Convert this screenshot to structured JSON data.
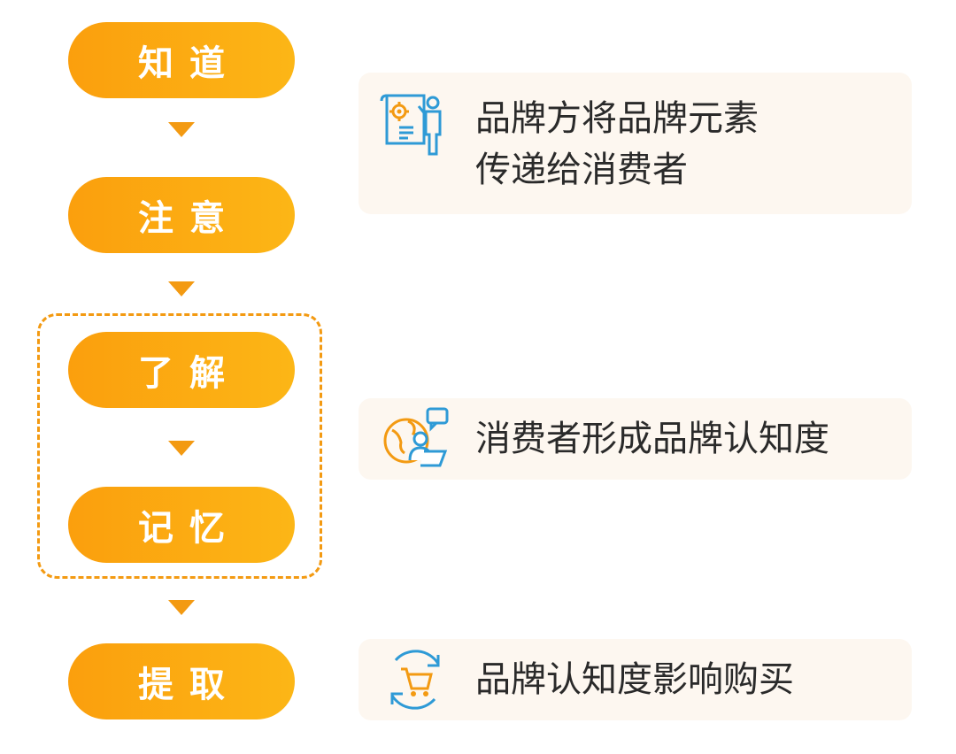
{
  "steps": [
    "知道",
    "注意",
    "了解",
    "记忆",
    "提取"
  ],
  "cards": [
    {
      "line1": "品牌方将品牌元素",
      "line2": "传递给消费者",
      "icon": "presenter-gear-icon"
    },
    {
      "line1": "消费者形成品牌认知度",
      "icon": "globe-chat-laptop-icon"
    },
    {
      "line1": "品牌认知度影响购买",
      "icon": "cart-cycle-icon"
    }
  ],
  "colors": {
    "orange": "#fb9f0d",
    "blue": "#2e9ad6",
    "card_bg": "#fdf7f0"
  }
}
